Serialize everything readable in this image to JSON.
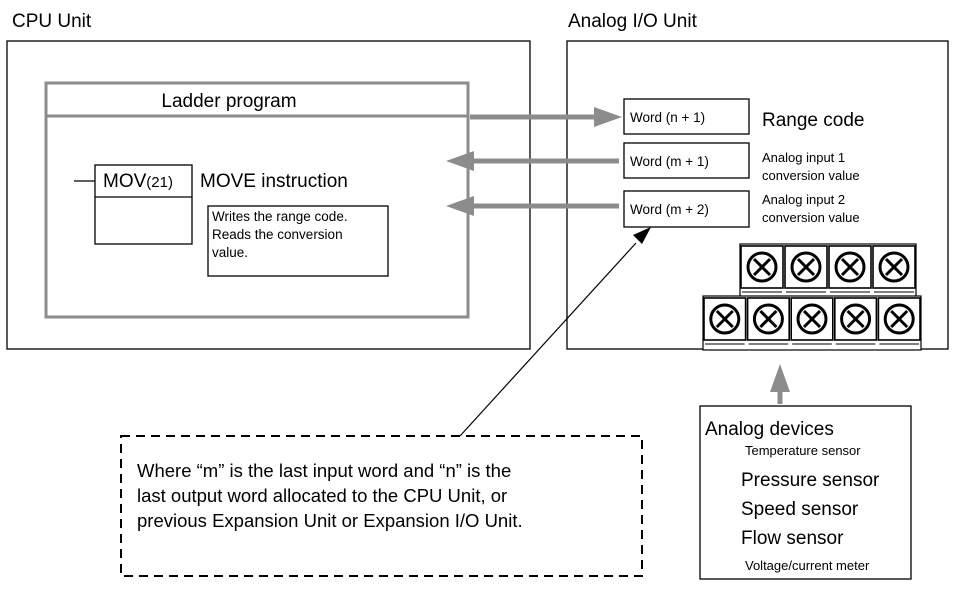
{
  "cpu_unit": {
    "label": "CPU Unit",
    "ladder_title": "Ladder program",
    "mov_main": "MOV",
    "mov_code": "(21)",
    "move_instruction": "MOVE instruction",
    "note_lines": [
      "Writes the range code.",
      "Reads the conversion",
      "value."
    ]
  },
  "analog_unit": {
    "label": "Analog I/O Unit",
    "words": [
      {
        "label": "Word (n + 1)",
        "desc": [
          "Range code"
        ]
      },
      {
        "label": "Word (m + 1)",
        "desc": [
          "Analog input 1",
          "conversion value"
        ]
      },
      {
        "label": "Word (m + 2)",
        "desc": [
          "Analog input 2",
          "conversion value"
        ]
      }
    ],
    "terminal_top_count": 4,
    "terminal_bottom_count": 5,
    "terminal_symbol": "⊗"
  },
  "callout_lines": [
    "Where “m” is the last input word and “n” is the",
    "last output word allocated to the CPU Unit, or",
    "previous Expansion Unit or Expansion I/O Unit."
  ],
  "analog_devices": {
    "title": "Analog devices",
    "items": [
      "Temperature sensor",
      "Pressure sensor",
      "Speed sensor",
      "Flow sensor",
      "Voltage/current meter"
    ]
  },
  "colors": {
    "arrow": "#8c8c8c",
    "line": "#000000",
    "background": "#ffffff"
  }
}
